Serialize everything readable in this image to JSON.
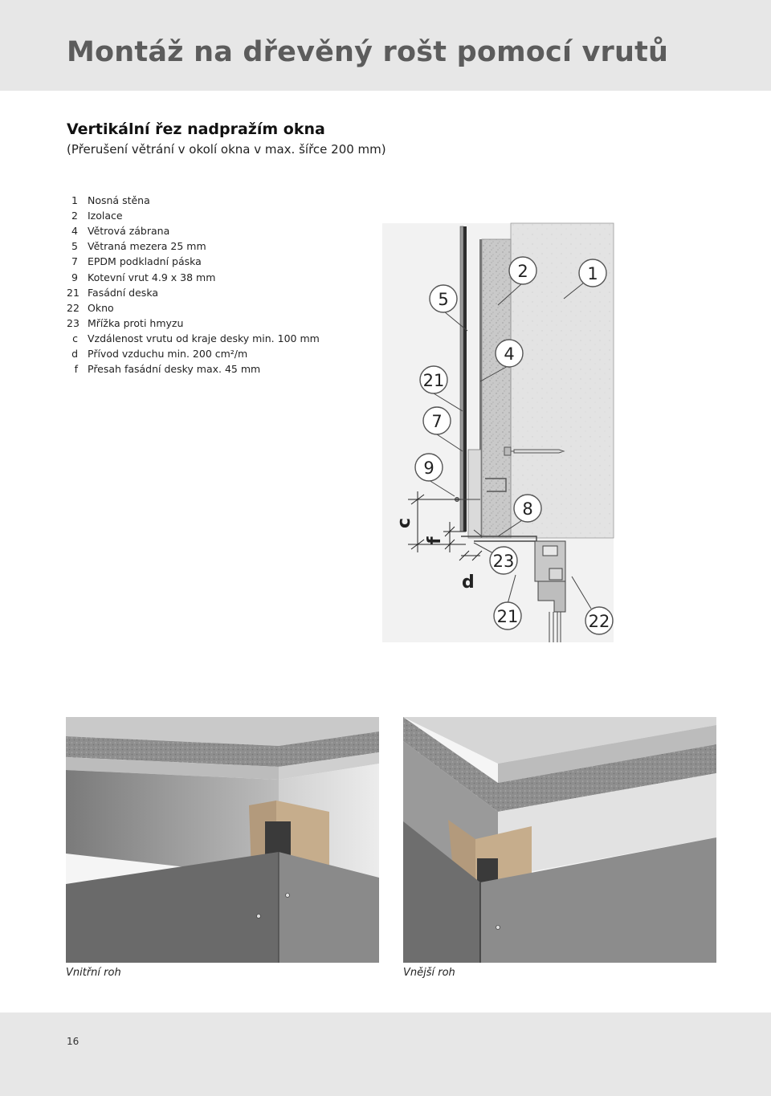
{
  "header": {
    "title": "Montáž na dřevěný rošt pomocí vrutů"
  },
  "section": {
    "title": "Vertikální řez nadpražím okna",
    "subtitle": "(Přerušení větrání v okolí okna v max. šířce 200 mm)"
  },
  "legend": {
    "items": [
      {
        "key": "1",
        "label": "Nosná stěna"
      },
      {
        "key": "2",
        "label": "Izolace"
      },
      {
        "key": "4",
        "label": "Větrová zábrana"
      },
      {
        "key": "5",
        "label": "Větraná mezera 25 mm"
      },
      {
        "key": "7",
        "label": "EPDM podkladní páska"
      },
      {
        "key": "9",
        "label": "Kotevní vrut 4.9 x 38 mm"
      },
      {
        "key": "21",
        "label": "Fasádní deska"
      },
      {
        "key": "22",
        "label": "Okno"
      },
      {
        "key": "23",
        "label": "Mřížka proti hmyzu"
      },
      {
        "key": "c",
        "label": "Vzdálenost vrutu od kraje desky min. 100 mm"
      },
      {
        "key": "d",
        "label": "Přívod vzduchu min. 200 cm²/m"
      },
      {
        "key": "f",
        "label": "Přesah fasádní desky max. 45 mm"
      }
    ]
  },
  "drawing": {
    "callouts": {
      "n1": "1",
      "n2": "2",
      "n4": "4",
      "n5": "5",
      "n7": "7",
      "n8": "8",
      "n9": "9",
      "n21a": "21",
      "n21b": "21",
      "n22": "22",
      "n23": "23"
    },
    "dims": {
      "c": "c",
      "f": "f",
      "d": "d"
    }
  },
  "photos": {
    "inner_caption": "Vnitřní roh",
    "outer_caption": "Vnější roh"
  },
  "footer": {
    "page_number": "16"
  }
}
